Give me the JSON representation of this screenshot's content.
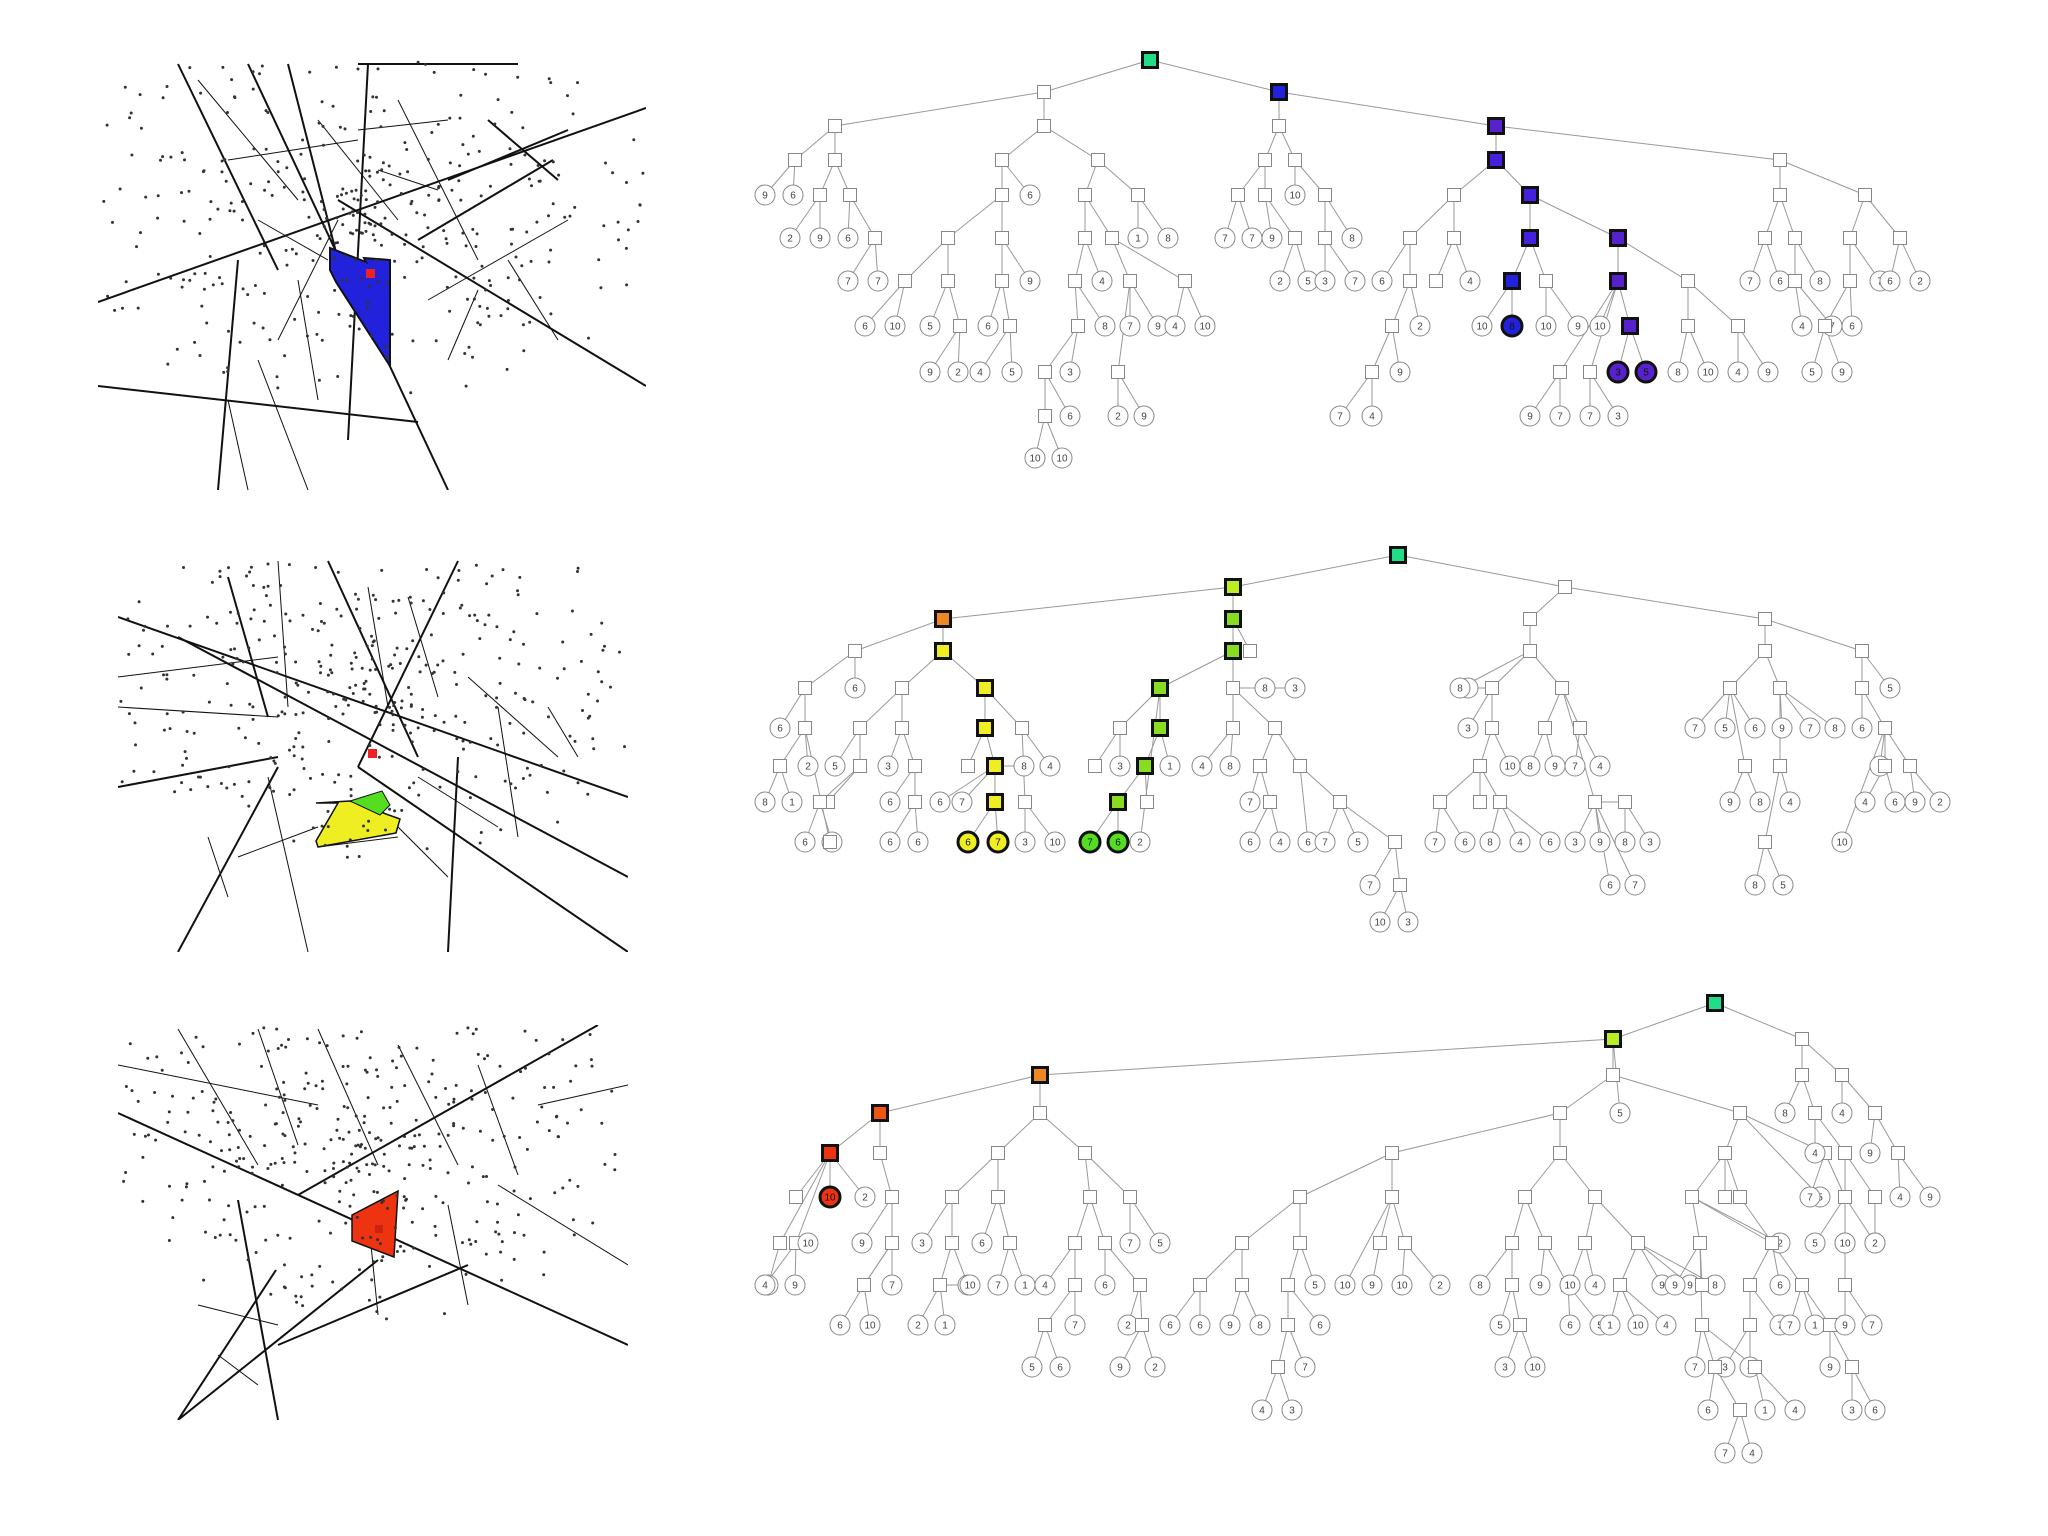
{
  "colors": {
    "root": "#22dd88",
    "blue": "#2222dd",
    "blue_violet": "#4422dd",
    "violet": "#5522cc",
    "orange": "#ee8822",
    "yellow": "#eeee22",
    "yellow_green": "#bbee22",
    "green": "#88dd22",
    "lime": "#55dd22",
    "red_orange": "#ee5511",
    "deep_orange": "#ee3311",
    "red_point": "#ee2222",
    "line": "#111111",
    "tree_edge": "#999999",
    "node_border": "#888888"
  },
  "panels": [
    {
      "id": "top",
      "highlight_cell_color": "blue",
      "leaf_labels": [
        "9",
        "6",
        "2",
        "9",
        "6",
        "7",
        "7",
        "6",
        "6",
        "10",
        "5",
        "9",
        "2",
        "9",
        "6",
        "4",
        "5",
        "1",
        "8",
        "4",
        "8",
        "3",
        "6",
        "10",
        "10",
        "7",
        "2",
        "9",
        "9",
        "4",
        "10",
        "7",
        "7",
        "9",
        "2",
        "5",
        "10",
        "8",
        "3",
        "7",
        "6",
        "2",
        "9",
        "7",
        "4",
        "4",
        "10",
        "8",
        "10",
        "9",
        "10",
        "3",
        "5",
        "9",
        "7",
        "7",
        "3",
        "8",
        "10",
        "4",
        "9",
        "7",
        "6",
        "8",
        "4",
        "7",
        "7",
        "6",
        "5"
      ]
    },
    {
      "id": "middle",
      "highlight_cell_color": "yellow",
      "leaf_labels": [
        "6",
        "6",
        "2",
        "8",
        "1",
        "5",
        "6",
        "8",
        "3",
        "6",
        "6",
        "6",
        "8",
        "6",
        "7",
        "4",
        "3",
        "10",
        "6",
        "7",
        "1",
        "7",
        "6",
        "3",
        "2",
        "8",
        "3",
        "4",
        "8",
        "7",
        "6",
        "4",
        "6",
        "7",
        "5",
        "7",
        "10",
        "3",
        "6",
        "8",
        "3",
        "10",
        "7",
        "6",
        "8",
        "4",
        "6",
        "8",
        "9",
        "7",
        "4",
        "3",
        "9",
        "8",
        "3",
        "6",
        "7",
        "7",
        "5",
        "6",
        "9",
        "7",
        "8",
        "9",
        "8",
        "4",
        "8",
        "5",
        "5",
        "6",
        "7",
        "4",
        "6",
        "9",
        "2",
        "10",
        "7",
        "5",
        "6"
      ]
    },
    {
      "id": "bottom",
      "highlight_cell_color": "deep_orange",
      "leaf_labels": [
        "10",
        "2",
        "9",
        "7",
        "5",
        "10",
        "4",
        "9",
        "6",
        "10",
        "3",
        "3",
        "2",
        "1",
        "6",
        "7",
        "1",
        "10",
        "4",
        "7",
        "5",
        "6",
        "6",
        "2",
        "9",
        "2",
        "7",
        "5",
        "5",
        "6",
        "6",
        "9",
        "8",
        "5",
        "6",
        "7",
        "4",
        "3",
        "10",
        "9",
        "10",
        "2",
        "8",
        "5",
        "3",
        "10",
        "9",
        "6",
        "5",
        "10",
        "4",
        "9",
        "1",
        "10",
        "4",
        "9",
        "8",
        "5",
        "2",
        "9",
        "6",
        "7",
        "3",
        "8",
        "7",
        "1",
        "9",
        "3",
        "6",
        "7",
        "6",
        "10",
        "7",
        "6",
        "7",
        "4",
        "1",
        "4",
        "8",
        "4",
        "4",
        "9",
        "4",
        "9",
        "5"
      ]
    }
  ]
}
